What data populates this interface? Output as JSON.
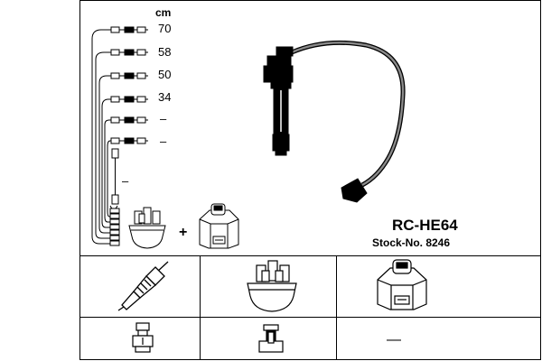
{
  "header": {
    "unit": "cm"
  },
  "leads": [
    {
      "length": "70"
    },
    {
      "length": "58"
    },
    {
      "length": "50"
    },
    {
      "length": "34"
    },
    {
      "length": "–"
    },
    {
      "length": "–"
    },
    {
      "length": "–"
    }
  ],
  "plus": "+",
  "product": {
    "model": "RC-HE64",
    "stock": "Stock-No. 8246"
  },
  "bottom_dash": "—"
}
